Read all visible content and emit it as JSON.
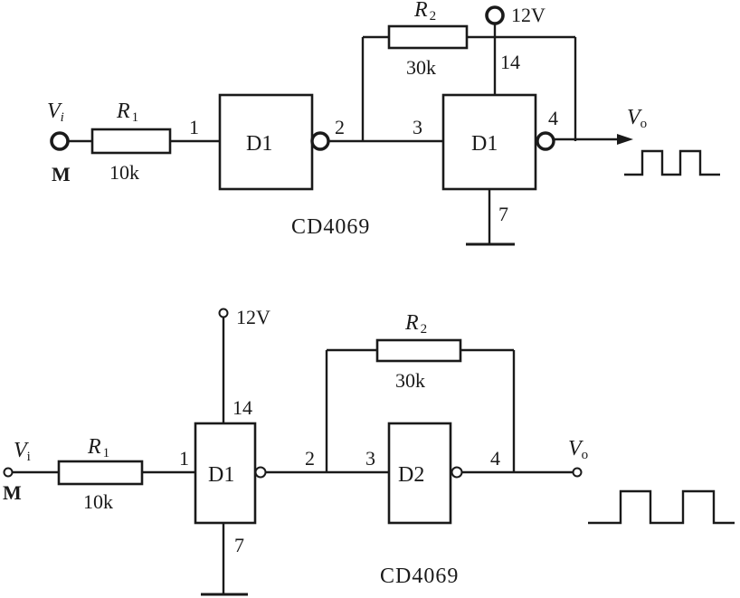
{
  "circuit_top": {
    "input_label": "V",
    "input_sub": "i",
    "input_node": "M",
    "r1_name": "R",
    "r1_sub": "1",
    "r1_value": "10k",
    "r2_name": "R",
    "r2_sub": "2",
    "r2_value": "30k",
    "supply": "12V",
    "gate1": "D1",
    "gate2": "D1",
    "pin1": "1",
    "pin2": "2",
    "pin3": "3",
    "pin4": "4",
    "pin14": "14",
    "pin7": "7",
    "output_label": "V",
    "output_sub": "o",
    "chip": "CD4069"
  },
  "circuit_bottom": {
    "input_label": "V",
    "input_sub": "i",
    "input_node": "M",
    "r1_name": "R",
    "r1_sub": "1",
    "r1_value": "10k",
    "r2_name": "R",
    "r2_sub": "2",
    "r2_value": "30k",
    "supply": "12V",
    "gate1": "D1",
    "gate2": "D2",
    "pin1": "1",
    "pin2": "2",
    "pin3": "3",
    "pin4": "4",
    "pin14": "14",
    "pin7": "7",
    "output_label": "V",
    "output_sub": "o",
    "chip": "CD4069"
  }
}
